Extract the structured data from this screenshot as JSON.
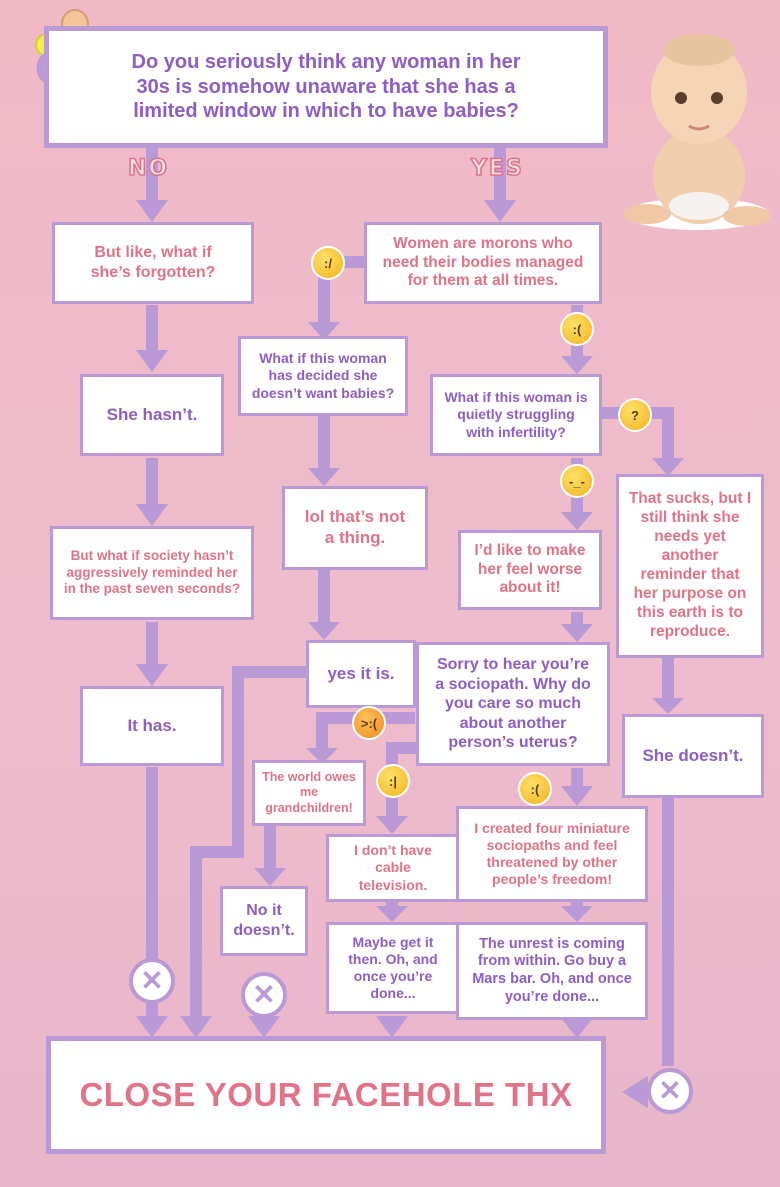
{
  "question": "Do you seriously think any woman in her 30s is somehow unaware that she has a limited window in which to have babies?",
  "labels": {
    "no": "NO",
    "yes": "YES"
  },
  "nodes": {
    "forgotten": "But like, what if she’s forgotten?",
    "hasnt": "She hasn’t.",
    "society": "But what if society hasn’t aggressively reminded her in the past seven seconds?",
    "it_has": "It has.",
    "morons": "Women are morons who need their bodies managed for them at all times.",
    "no_babies": "What if this woman has decided she doesn’t want babies?",
    "not_a_thing": "lol that’s not a thing.",
    "yes_it_is": "yes it is.",
    "world_owes": "The world owes me grandchildren!",
    "no_it_doesnt": "No it doesn’t.",
    "infertility": "What if this woman is quietly struggling with infertility?",
    "feel_worse": "I’d like to make her feel worse about it!",
    "sociopath": "Sorry to hear you’re a sociopath. Why do you care so much about another person’s uterus?",
    "cable": "I don’t have cable television.",
    "maybe_get_it": "Maybe get it then. Oh, and once you’re done...",
    "created_four": "I created four miniature sociopaths and feel threatened by other people’s freedom!",
    "unrest": "The unrest is coming from within. Go buy a Mars bar. Oh, and once you’re done...",
    "that_sucks": "That sucks, but I still think she needs yet another reminder that her purpose on this earth is to reproduce.",
    "she_doesnt": "She doesn’t."
  },
  "final": "CLOSE YOUR FACEHOLE THX",
  "colors": {
    "connector": "#b99ad6",
    "pink_text": "#e07387",
    "purple_text": "#8f5ec4",
    "background": "#f0b9c6"
  },
  "icons": {
    "pacifier": "pacifier-icon",
    "baby_photo": "baby-photo",
    "emoji_faces": [
      "confused-face-icon",
      "disappointed-face-icon",
      "thinking-face-icon",
      "unamused-face-icon",
      "angry-face-icon",
      "neutral-face-icon",
      "pensive-face-icon"
    ],
    "dead_end": "x-circle-icon"
  }
}
